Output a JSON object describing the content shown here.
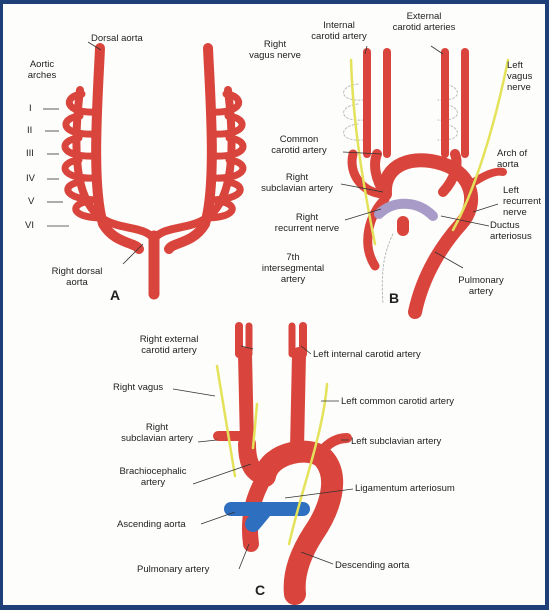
{
  "panel_a": {
    "letter": "A",
    "labels": {
      "dorsal_aorta": "Dorsal aorta",
      "aortic_arches": "Aortic\narches",
      "arch_1": "I",
      "arch_2": "II",
      "arch_3": "III",
      "arch_4": "IV",
      "arch_5": "V",
      "arch_6": "VI",
      "right_dorsal_aorta": "Right dorsal\naorta"
    }
  },
  "panel_b": {
    "letter": "B",
    "labels": {
      "internal_carotid": "Internal\ncarotid artery",
      "external_carotids": "External\ncarotid arteries",
      "right_vagus": "Right\nvagus nerve",
      "left_vagus": "Left\nvagus\nnerve",
      "common_carotid": "Common\ncarotid artery",
      "arch_of_aorta": "Arch of\naorta",
      "right_subclavian": "Right\nsubclavian artery",
      "left_recurrent": "Left\nrecurrent\nnerve",
      "right_recurrent": "Right\nrecurrent nerve",
      "ductus": "Ductus\narteriosus",
      "seventh_intersegmental": "7th\nintersegmental\nartery",
      "pulmonary": "Pulmonary\nartery"
    }
  },
  "panel_c": {
    "letter": "C",
    "labels": {
      "right_external_carotid": "Right external\ncarotid artery",
      "left_internal_carotid": "Left internal carotid artery",
      "right_vagus": "Right vagus",
      "left_common_carotid": "Left common carotid artery",
      "right_subclavian": "Right\nsubclavian artery",
      "left_subclavian": "Left subclavian artery",
      "brachiocephalic": "Brachiocephalic\nartery",
      "ligamentum": "Ligamentum arteriosum",
      "ascending_aorta": "Ascending aorta",
      "pulmonary": "Pulmonary artery",
      "descending_aorta": "Descending aorta"
    }
  },
  "colors": {
    "artery": "#d9453c",
    "artery_dark": "#a92a24",
    "nerve": "#e4e25a",
    "pulmonary": "#2f6fc0",
    "ductus": "#a99bc7"
  }
}
